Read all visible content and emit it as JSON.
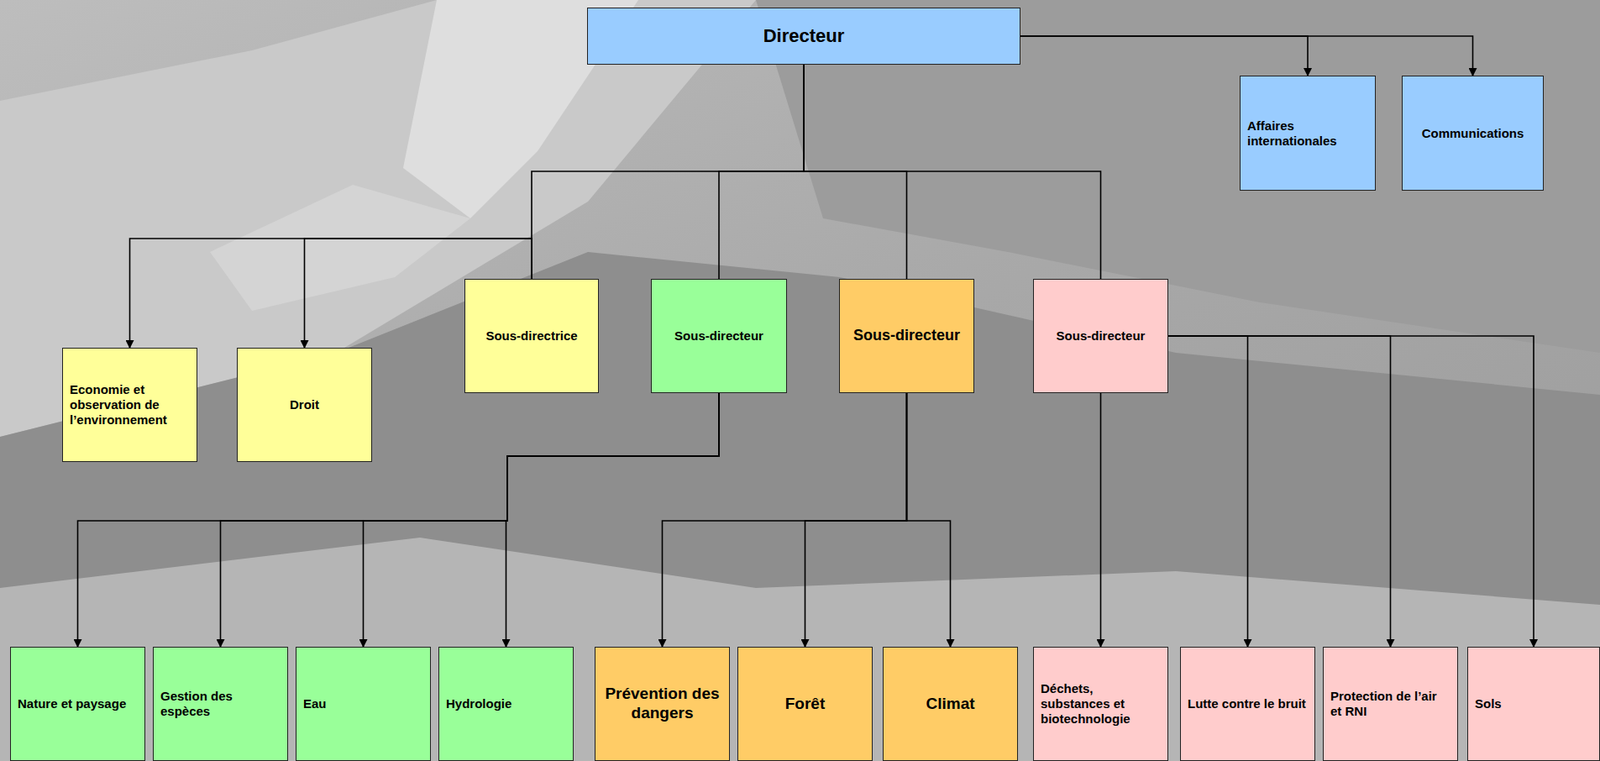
{
  "diagram": {
    "nodes": [
      {
        "text": [
          "Directeur"
        ]
      },
      {
        "text": [
          "Affaires internationales"
        ]
      },
      {
        "text": [
          "Communications"
        ]
      },
      {
        "text": [
          "Economie et observation de l’environnement"
        ]
      },
      {
        "text": [
          "Droit"
        ]
      },
      {
        "text": [
          "Sous-directrice"
        ]
      },
      {
        "text": [
          "Sous-directeur"
        ]
      },
      {
        "text": [
          "Sous-directeur"
        ]
      },
      {
        "text": [
          "Sous-directeur"
        ]
      },
      {
        "text": [
          "Nature et paysage"
        ]
      },
      {
        "text": [
          "Gestion des espèces"
        ]
      },
      {
        "text": [
          "Eau"
        ]
      },
      {
        "text": [
          "Hydrologie"
        ]
      },
      {
        "text": [
          "Prévention des dangers"
        ]
      },
      {
        "text": [
          "Forêt"
        ]
      },
      {
        "text": [
          "Climat"
        ]
      },
      {
        "text": [
          "Déchets, substances et biotechnologie"
        ]
      },
      {
        "text": [
          "Lutte contre le bruit"
        ]
      },
      {
        "text": [
          "Protection de l’air et RNI"
        ]
      },
      {
        "text": [
          "Sols"
        ]
      }
    ],
    "edges": [
      {
        "from": 0,
        "to": 1,
        "arrow": "to"
      },
      {
        "from": 0,
        "to": 2,
        "arrow": "to"
      },
      {
        "from": 0,
        "to": 5,
        "arrow": "none"
      },
      {
        "from": 0,
        "to": 6,
        "arrow": "none"
      },
      {
        "from": 0,
        "to": 7,
        "arrow": "none"
      },
      {
        "from": 0,
        "to": 8,
        "arrow": "none"
      },
      {
        "from": 5,
        "to": 3,
        "arrow": "to"
      },
      {
        "from": 5,
        "to": 4,
        "arrow": "to"
      },
      {
        "from": 6,
        "to": 9,
        "arrow": "to"
      },
      {
        "from": 6,
        "to": 10,
        "arrow": "to"
      },
      {
        "from": 6,
        "to": 11,
        "arrow": "to"
      },
      {
        "from": 6,
        "to": 12,
        "arrow": "to"
      },
      {
        "from": 7,
        "to": 13,
        "arrow": "to"
      },
      {
        "from": 7,
        "to": 14,
        "arrow": "to"
      },
      {
        "from": 7,
        "to": 15,
        "arrow": "to"
      },
      {
        "from": 8,
        "to": 16,
        "arrow": "to"
      },
      {
        "from": 8,
        "to": 17,
        "arrow": "to"
      },
      {
        "from": 8,
        "to": 18,
        "arrow": "to"
      },
      {
        "from": 8,
        "to": 19,
        "arrow": "to"
      }
    ]
  }
}
